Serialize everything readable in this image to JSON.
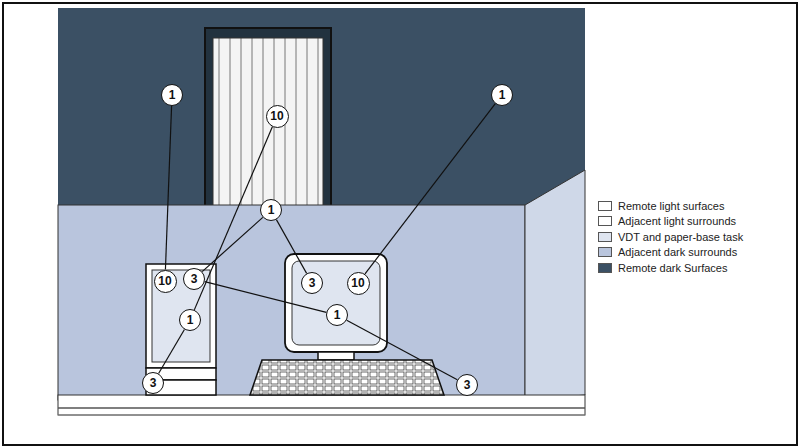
{
  "diagram": {
    "nodes": [
      {
        "text": [
          "1"
        ]
      },
      {
        "text": [
          "10"
        ]
      },
      {
        "text": [
          "1"
        ]
      },
      {
        "text": [
          "1"
        ]
      },
      {
        "text": [
          "10"
        ]
      },
      {
        "text": [
          "3"
        ]
      },
      {
        "text": [
          "3"
        ]
      },
      {
        "text": [
          "10"
        ]
      },
      {
        "text": [
          "1"
        ]
      },
      {
        "text": [
          "1"
        ]
      },
      {
        "text": [
          "3"
        ]
      },
      {
        "text": [
          "3"
        ]
      }
    ],
    "edges": [
      {
        "from": 0,
        "to": 4,
        "arrow": "none"
      },
      {
        "from": 1,
        "to": 8,
        "arrow": "none"
      },
      {
        "from": 2,
        "to": 7,
        "arrow": "none"
      },
      {
        "from": 3,
        "to": 5,
        "arrow": "none"
      },
      {
        "from": 3,
        "to": 6,
        "arrow": "none"
      },
      {
        "from": 5,
        "to": 9,
        "arrow": "none"
      },
      {
        "from": 8,
        "to": 10,
        "arrow": "none"
      },
      {
        "from": 9,
        "to": 11,
        "arrow": "none"
      }
    ],
    "legend": [
      {
        "text": "Remote light surfaces",
        "color": "#ffffff"
      },
      {
        "text": "Adjacent light surrounds",
        "color": "#ffffff"
      },
      {
        "text": "VDT and paper-base task",
        "color": "#dfe5f0"
      },
      {
        "text": "Adjacent dark surrounds",
        "color": "#b9c5dd"
      },
      {
        "text": "Remote dark Surfaces",
        "color": "#3b5064"
      }
    ]
  }
}
